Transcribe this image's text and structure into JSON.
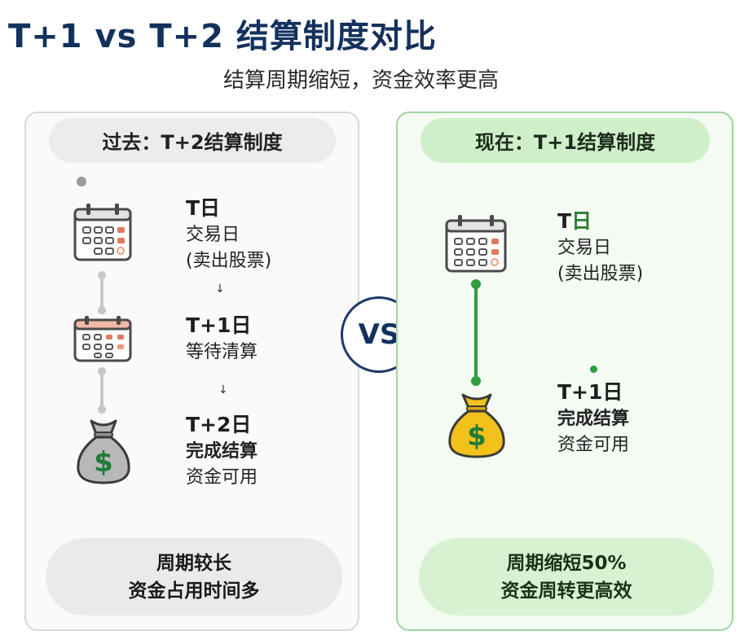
{
  "header": {
    "title": "T+1 vs T+2 结算制度对比",
    "subtitle": "结算周期缩短，资金效率更高"
  },
  "left_panel": {
    "header": "过去：T+2结算制度",
    "steps": [
      {
        "title": "T日",
        "line1": "交易日",
        "line2": "(卖出股票)"
      },
      {
        "title": "T+1日",
        "line1": "等待清算"
      },
      {
        "title": "T+2日",
        "line1": "完成结算",
        "line2": "资金可用"
      }
    ],
    "arrow1": "↓",
    "arrow2": "↓",
    "footer": {
      "line1": "周期较长",
      "line2": "资金占用时间多"
    },
    "icons": [
      "calendar-icon",
      "calendar-icon",
      "money-bag-icon"
    ],
    "bag_color": "#b8b8b8"
  },
  "vs": {
    "label": "VS"
  },
  "right_panel": {
    "header": "现在：T+1结算制度",
    "steps": [
      {
        "title_prefix": "T",
        "title_suffix": "日",
        "line1": "交易日",
        "line2": "(卖出股票)"
      },
      {
        "title": "T+1日",
        "line1": "完成结算",
        "line2": "资金可用"
      }
    ],
    "footer": {
      "line1": "周期缩短50%",
      "line2": "资金周转更高效"
    },
    "icons": [
      "calendar-icon",
      "money-bag-icon"
    ],
    "bag_color": "#f2c21b",
    "accent": "#2e9e3e"
  }
}
